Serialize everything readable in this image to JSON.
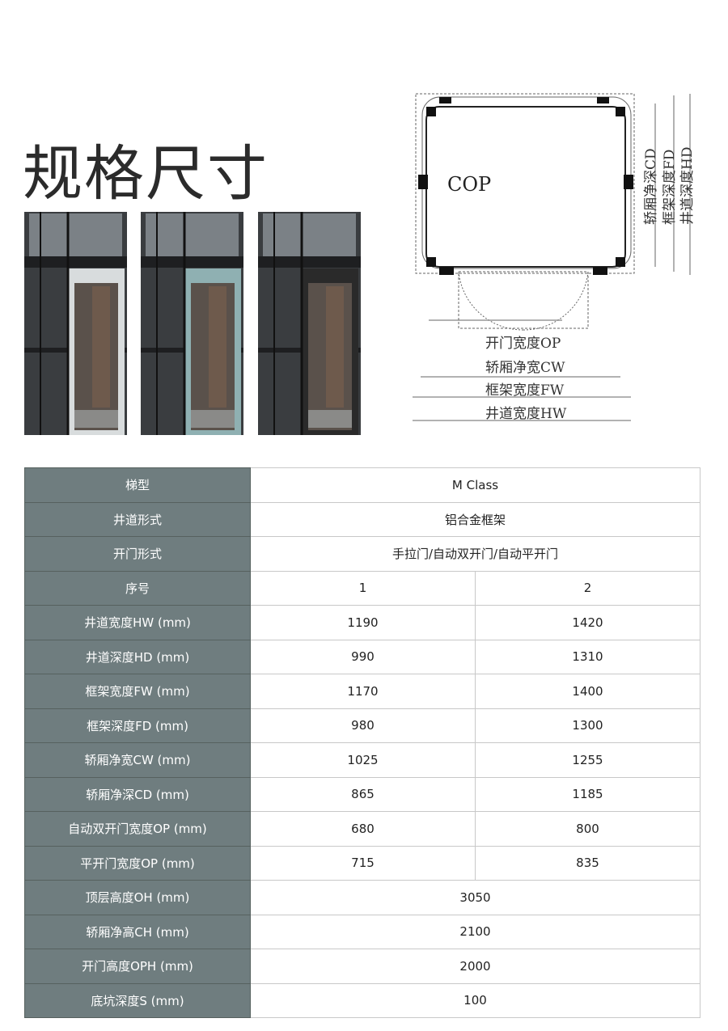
{
  "title": "规格尺寸",
  "products": [
    {
      "name": "elevator-dark-frame",
      "door_color": "#d8dcdd"
    },
    {
      "name": "elevator-teal-frame",
      "door_color": "#8fb0b2"
    },
    {
      "name": "elevator-black-frame",
      "door_color": "#2a2a2a"
    }
  ],
  "diagram": {
    "cop": "COP",
    "op": "开门宽度OP",
    "cw": "轿厢净宽CW",
    "fw": "框架宽度FW",
    "hw": "井道宽度HW",
    "cd": "轿厢净深CD",
    "fd": "框架深度FD",
    "hd": "井道深度HD"
  },
  "table": {
    "header_rows": [
      {
        "label": "梯型",
        "value": "M Class"
      },
      {
        "label": "井道形式",
        "value": "铝合金框架"
      },
      {
        "label": "开门形式",
        "value": "手拉门/自动双开门/自动平开门"
      }
    ],
    "index_row": {
      "label": "序号",
      "v1": "1",
      "v2": "2"
    },
    "rows": [
      {
        "label": "井道宽度HW (mm)",
        "v1": "1190",
        "v2": "1420"
      },
      {
        "label": "井道深度HD (mm)",
        "v1": "990",
        "v2": "1310"
      },
      {
        "label": "框架宽度FW (mm)",
        "v1": "1170",
        "v2": "1400"
      },
      {
        "label": "框架深度FD (mm)",
        "v1": "980",
        "v2": "1300"
      },
      {
        "label": "轿厢净宽CW (mm)",
        "v1": "1025",
        "v2": "1255"
      },
      {
        "label": "轿厢净深CD (mm)",
        "v1": "865",
        "v2": "1185"
      },
      {
        "label": "自动双开门宽度OP (mm)",
        "v1": "680",
        "v2": "800"
      },
      {
        "label": "平开门宽度OP (mm)",
        "v1": "715",
        "v2": "835"
      }
    ],
    "shared_rows": [
      {
        "label": "顶层高度OH (mm)",
        "value": "3050"
      },
      {
        "label": "轿厢净高CH (mm)",
        "value": "2100"
      },
      {
        "label": "开门高度OPH (mm)",
        "value": "2000"
      },
      {
        "label": "底坑深度S (mm)",
        "value": "100"
      }
    ]
  }
}
